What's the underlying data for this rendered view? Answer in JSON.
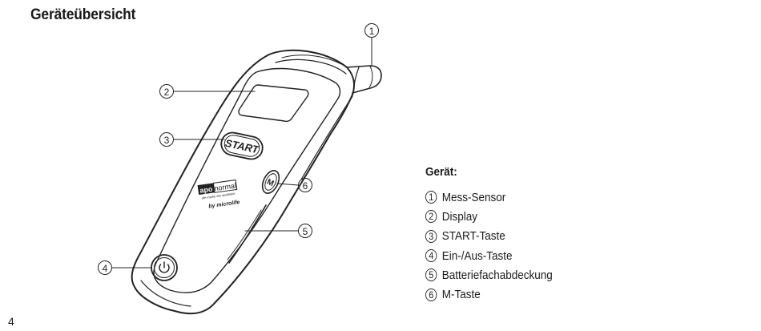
{
  "title": "Geräteübersicht",
  "page_number": "4",
  "device_labels": {
    "start_button": "START",
    "brand_name_left": "apo",
    "brand_name_right": "normal",
    "brand_tagline": "die marke der apotheke",
    "maker": "by microlife",
    "m_button": "M"
  },
  "callout_numbers": [
    "1",
    "2",
    "3",
    "4",
    "5",
    "6"
  ],
  "legend": {
    "heading": "Gerät:",
    "items": [
      {
        "num": "1",
        "label": "Mess-Sensor"
      },
      {
        "num": "2",
        "label": "Display"
      },
      {
        "num": "3",
        "label": "START-Taste"
      },
      {
        "num": "4",
        "label": "Ein-/Aus-Taste"
      },
      {
        "num": "5",
        "label": "Batteriefachabdeckung"
      },
      {
        "num": "6",
        "label": "M-Taste"
      }
    ]
  }
}
